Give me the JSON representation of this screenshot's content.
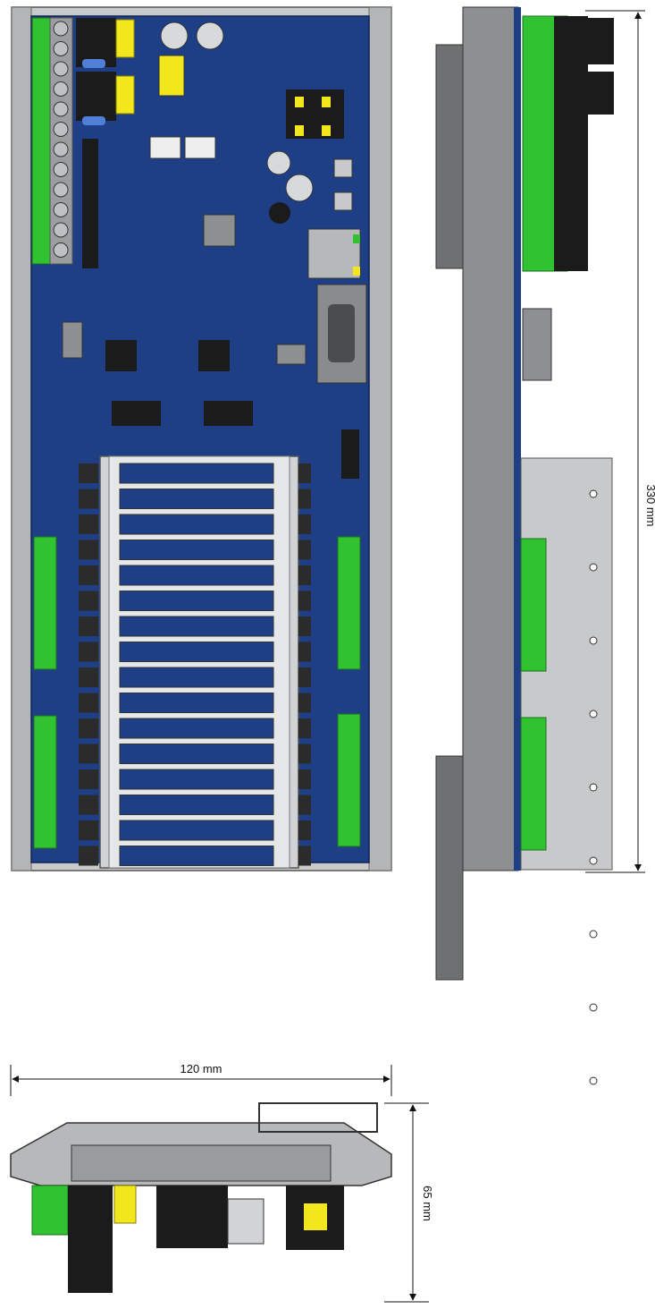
{
  "dimensions": {
    "height": "330 mm",
    "width": "120 mm",
    "depth": "65 mm"
  },
  "colors": {
    "pcb": "#1e3f86",
    "pcb_dark": "#16306a",
    "housing": "#a9aaab",
    "housing_light": "#d4d5d6",
    "connector_green": "#31c231",
    "connector_dark_green": "#1d8a1d",
    "capacitor_yellow": "#f2e71c",
    "relay_gray": "#c8c9ca",
    "black_component": "#1b1b1b",
    "dimension_line": "#111111"
  },
  "views": {
    "front": "front-view",
    "side": "side-view",
    "bottom": "bottom-view"
  },
  "relay_rows": 16,
  "terminal_screws": 12
}
